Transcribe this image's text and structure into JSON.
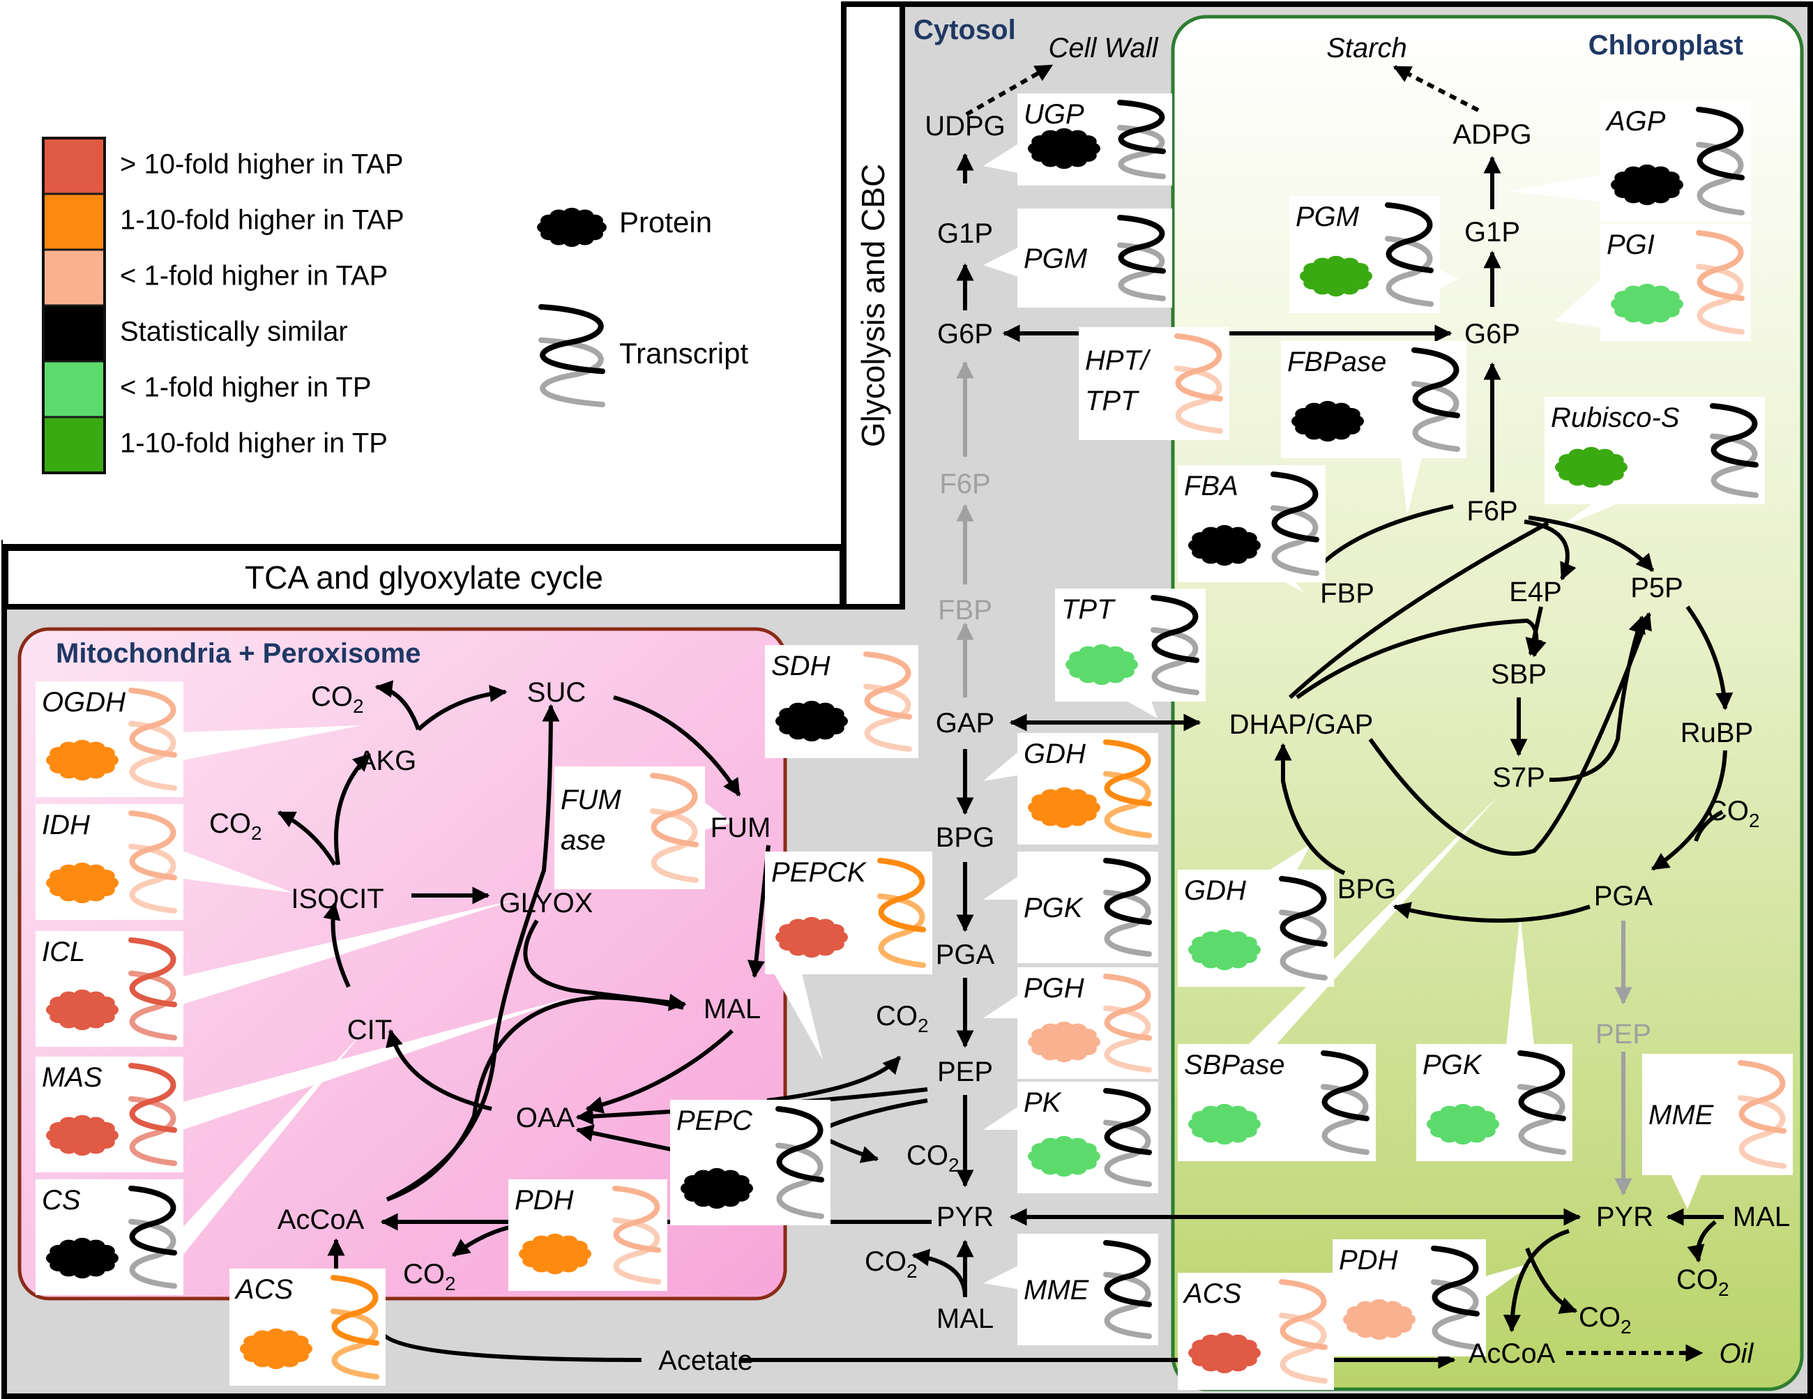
{
  "colors": {
    "tap_gt10": "#e05a44",
    "tap_1_10": "#ff8a10",
    "tap_lt1": "#f9b290",
    "similar": "#000000",
    "tp_lt1": "#5cdb6c",
    "tp_1_10": "#3aaa12",
    "grey_transcript": "#a6a6a6",
    "compartment_title": "#1f3864",
    "chloroplast_border": "#2e7d32",
    "mito_border": "#8b2b16",
    "faded": "#a0a0a0"
  },
  "legend": {
    "items": [
      {
        "label": "> 10-fold higher in TAP",
        "color": "tap_gt10"
      },
      {
        "label": "1-10-fold higher in TAP",
        "color": "tap_1_10"
      },
      {
        "label": "< 1-fold higher in TAP",
        "color": "tap_lt1"
      },
      {
        "label": "Statistically similar",
        "color": "similar"
      },
      {
        "label": "< 1-fold higher in TP",
        "color": "tp_lt1"
      },
      {
        "label": "1-10-fold higher in TP",
        "color": "tp_1_10"
      }
    ],
    "protein_label": "Protein",
    "transcript_label": "Transcript"
  },
  "panels": {
    "glycolysis_cbc": "Glycolysis and CBC",
    "tca_glyox": "TCA and glyoxylate cycle"
  },
  "compartments": {
    "cytosol": "Cytosol",
    "chloroplast": "Chloroplast",
    "mito": "Mitochondria + Peroxisome"
  },
  "metabolites": {
    "cell_wall": "Cell Wall",
    "udpg": "UDPG",
    "g1p_cyt": "G1P",
    "g6p_cyt": "G6P",
    "f6p_cyt": "F6P",
    "fbp_cyt": "FBP",
    "gap_cyt": "GAP",
    "bpg_cyt": "BPG",
    "pga_cyt": "PGA",
    "pep_cyt": "PEP",
    "pyr_cyt": "PYR",
    "mal_cyt": "MAL",
    "co2_cyt_pepc": "CO",
    "co2_cyt_pep": "CO",
    "co2_cyt_mal": "CO",
    "acetate": "Acetate",
    "starch": "Starch",
    "adpg": "ADPG",
    "g1p_chl": "G1P",
    "g6p_chl": "G6P",
    "f6p_chl": "F6P",
    "fbp_chl": "FBP",
    "e4p": "E4P",
    "p5p": "P5P",
    "sbp": "SBP",
    "s7p": "S7P",
    "dhap_gap": "DHAP/GAP",
    "rubp": "RuBP",
    "co2_chl_rubp": "CO",
    "pga_chl": "PGA",
    "bpg_chl": "BPG",
    "pep_chl": "PEP",
    "pyr_chl": "PYR",
    "mal_chl": "MAL",
    "co2_chl_mal": "CO",
    "co2_chl_pdh": "CO",
    "acoa_chl": "AcCoA",
    "oil": "Oil",
    "suc": "SUC",
    "fum": "FUM",
    "mal_mito": "MAL",
    "oaa": "OAA",
    "cit": "CIT",
    "isocit": "ISOCIT",
    "glyox": "GLYOX",
    "akg": "AKG",
    "co2_mito_akg": "CO",
    "co2_mito_isocit": "CO",
    "co2_mito_pdh": "CO",
    "acoa_mito": "AcCoA",
    "co2_subscript": "2"
  },
  "enzymes": [
    {
      "id": "ugp",
      "label": "UGP",
      "protein": "similar",
      "transcript": "similar"
    },
    {
      "id": "pgm_cyt",
      "label": "PGM",
      "protein": null,
      "transcript": "similar"
    },
    {
      "id": "hpt",
      "label": "HPT/",
      "label2": "TPT",
      "protein": null,
      "transcript": "tap_lt1"
    },
    {
      "id": "tpt",
      "label": "TPT",
      "protein": "tp_lt1",
      "transcript": "similar"
    },
    {
      "id": "gdh_cyt",
      "label": "GDH",
      "protein": "tap_1_10",
      "transcript": "tap_1_10"
    },
    {
      "id": "pgk_cyt",
      "label": "PGK",
      "protein": null,
      "transcript": "similar"
    },
    {
      "id": "pgh",
      "label": "PGH",
      "protein": "tap_lt1",
      "transcript": "tap_lt1"
    },
    {
      "id": "pk",
      "label": "PK",
      "protein": "tp_lt1",
      "transcript": "similar"
    },
    {
      "id": "mme_cyt",
      "label": "MME",
      "protein": null,
      "transcript": "similar"
    },
    {
      "id": "agp",
      "label": "AGP",
      "protein": "similar",
      "transcript": "similar"
    },
    {
      "id": "pgm_chl",
      "label": "PGM",
      "protein": "tp_1_10",
      "transcript": "similar"
    },
    {
      "id": "pgi",
      "label": "PGI",
      "protein": "tp_lt1",
      "transcript": "tap_lt1"
    },
    {
      "id": "fbpase",
      "label": "FBPase",
      "protein": "similar",
      "transcript": "similar"
    },
    {
      "id": "rubisco",
      "label": "Rubisco-S",
      "protein": "tp_1_10",
      "transcript": "similar"
    },
    {
      "id": "fba",
      "label": "FBA",
      "protein": "similar",
      "transcript": "similar"
    },
    {
      "id": "gdh_chl",
      "label": "GDH",
      "protein": "tp_lt1",
      "transcript": "similar"
    },
    {
      "id": "sbpase",
      "label": "SBPase",
      "protein": "tp_lt1",
      "transcript": "similar"
    },
    {
      "id": "pgk_chl",
      "label": "PGK",
      "protein": "tp_lt1",
      "transcript": "similar"
    },
    {
      "id": "mme_chl",
      "label": "MME",
      "protein": null,
      "transcript": "tap_lt1"
    },
    {
      "id": "pdh_chl",
      "label": "PDH",
      "protein": "tap_lt1",
      "transcript": "similar"
    },
    {
      "id": "acs_chl",
      "label": "ACS",
      "protein": "tap_gt10",
      "transcript": "tap_lt1"
    },
    {
      "id": "sdh",
      "label": "SDH",
      "protein": "similar",
      "transcript": "tap_lt1"
    },
    {
      "id": "fumase",
      "label": "FUM",
      "label2": "ase",
      "protein": null,
      "transcript": "tap_lt1"
    },
    {
      "id": "pepck",
      "label": "PEPCK",
      "protein": "tap_gt10",
      "transcript": "tap_1_10"
    },
    {
      "id": "pepc",
      "label": "PEPC",
      "protein": "similar",
      "transcript": "similar"
    },
    {
      "id": "pdh_mito",
      "label": "PDH",
      "protein": "tap_1_10",
      "transcript": "tap_lt1"
    },
    {
      "id": "acs_mito",
      "label": "ACS",
      "protein": "tap_1_10",
      "transcript": "tap_1_10"
    },
    {
      "id": "ogdh",
      "label": "OGDH",
      "protein": "tap_1_10",
      "transcript": "tap_lt1"
    },
    {
      "id": "idh",
      "label": "IDH",
      "protein": "tap_1_10",
      "transcript": "tap_lt1"
    },
    {
      "id": "icl",
      "label": "ICL",
      "protein": "tap_gt10",
      "transcript": "tap_gt10"
    },
    {
      "id": "mas",
      "label": "MAS",
      "protein": "tap_gt10",
      "transcript": "tap_gt10"
    },
    {
      "id": "cs",
      "label": "CS",
      "protein": "similar",
      "transcript": "similar"
    }
  ]
}
